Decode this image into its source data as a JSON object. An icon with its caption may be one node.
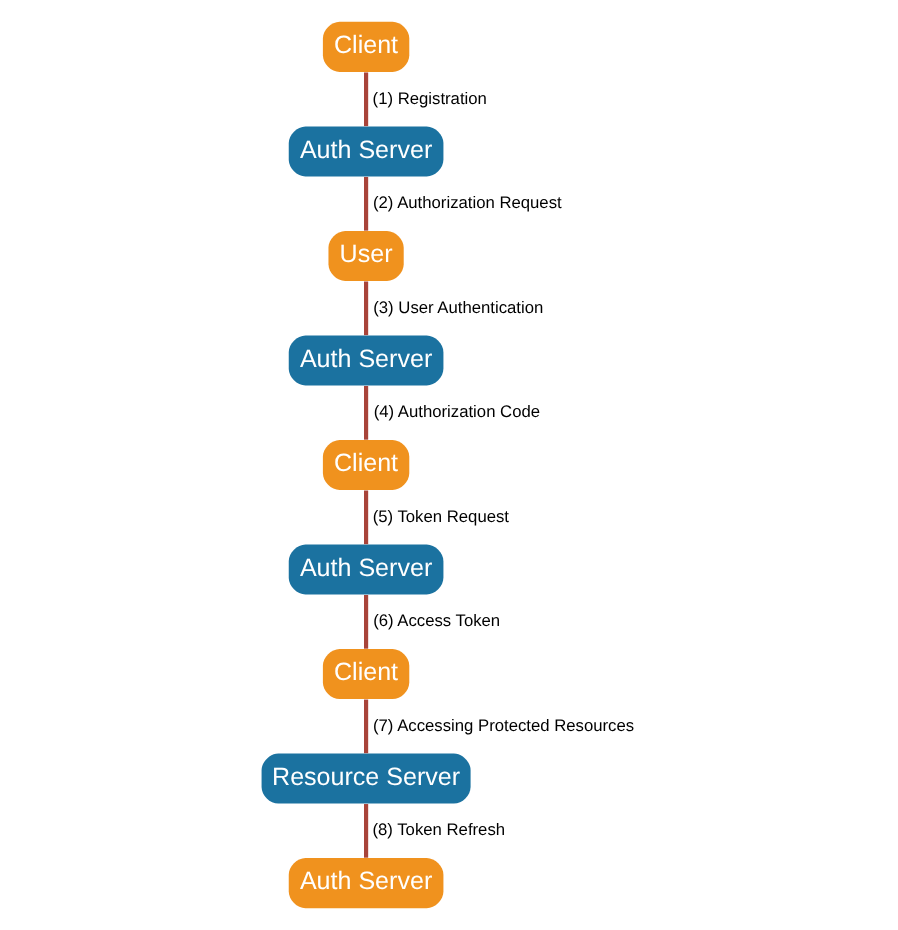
{
  "diagram": {
    "nodes": [
      {
        "text": [
          "Client"
        ]
      },
      {
        "text": [
          "Auth Server"
        ]
      },
      {
        "text": [
          "User"
        ]
      },
      {
        "text": [
          "Auth Server"
        ]
      },
      {
        "text": [
          "Client"
        ]
      },
      {
        "text": [
          "Auth Server"
        ]
      },
      {
        "text": [
          "Client"
        ]
      },
      {
        "text": [
          "Resource Server"
        ]
      },
      {
        "text": [
          "Auth Server"
        ]
      }
    ],
    "edges": [
      {
        "from": 0,
        "to": 1,
        "arrow": "none",
        "label": "(1) Registration"
      },
      {
        "from": 1,
        "to": 2,
        "arrow": "none",
        "label": "(2) Authorization Request"
      },
      {
        "from": 2,
        "to": 3,
        "arrow": "none",
        "label": "(3) User Authentication"
      },
      {
        "from": 3,
        "to": 4,
        "arrow": "none",
        "label": "(4) Authorization Code"
      },
      {
        "from": 4,
        "to": 5,
        "arrow": "none",
        "label": "(5) Token Request"
      },
      {
        "from": 5,
        "to": 6,
        "arrow": "none",
        "label": "(6) Access Token"
      },
      {
        "from": 6,
        "to": 7,
        "arrow": "none",
        "label": "(7) Accessing Protected Resources"
      },
      {
        "from": 7,
        "to": 8,
        "arrow": "none",
        "label": "(8) Token Refresh"
      }
    ]
  }
}
